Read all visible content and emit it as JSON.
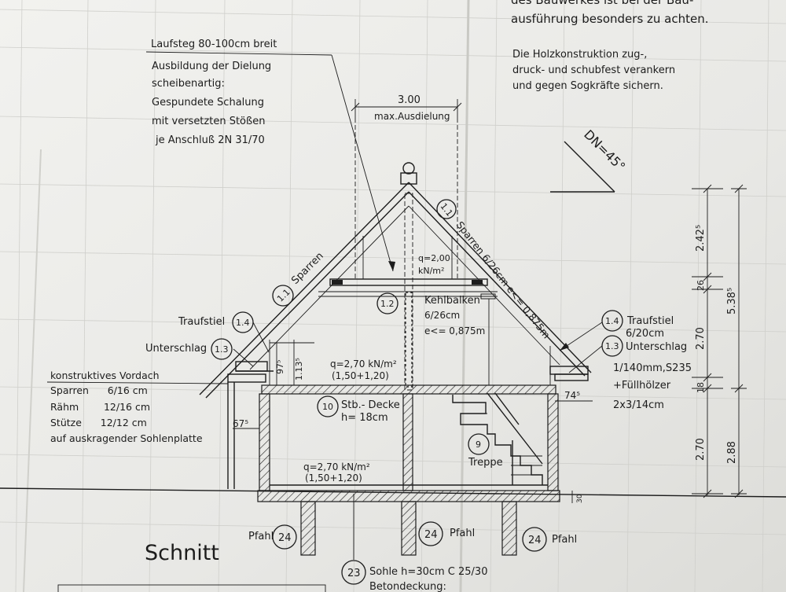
{
  "header_text": {
    "line1": "des Bauwerkes ist bei der Bau-",
    "line2": "ausführung besonders zu achten."
  },
  "note_holz": [
    "Die Holzkonstruktion zug-,",
    "druck- und schubfest verankern",
    "und gegen Sogkräfte sichern."
  ],
  "note_laufsteg": [
    "Laufsteg 80-100cm breit",
    "Ausbildung der Dielung",
    "scheibenartig:",
    "Gespundete Schalung",
    "mit versetzten Stößen",
    "je Anschluß 2N 31/70"
  ],
  "dim_ausdielung": {
    "value": "3.00",
    "label": "max.Ausdielung"
  },
  "roof_pitch": "DN=45°",
  "labels": {
    "sparren_left": "Sparren",
    "sparren_right": "Sparren 6/26cm e<= 0,875m",
    "load_attic": [
      "q=2,00",
      "kN/m²"
    ],
    "kehlbalken": [
      "Kehlbalken",
      "6/26cm",
      "e<= 0,875m"
    ],
    "traufstiel_left": "Traufstiel",
    "unterschlag_left": "Unterschlag",
    "traufstiel_right": [
      "Traufstiel",
      "6/20cm"
    ],
    "unterschlag_right": [
      "Unterschlag",
      "1/140mm,S235",
      "+Füllhölzer",
      "2x3/14cm"
    ],
    "load_ug": [
      "q=2,70 kN/m²",
      "(1,50+1,20)"
    ],
    "load_eg": [
      "q=2,70 kN/m²",
      "(1,50+1,20)"
    ],
    "decke": [
      "Stb.- Decke",
      "h= 18cm"
    ],
    "treppe": "Treppe",
    "pfahl": "Pfahl",
    "sohle": [
      "Sohle h=30cm C 25/30",
      "Betondeckung:"
    ],
    "title": "Schnitt"
  },
  "vordach": [
    "konstruktives Vordach",
    "Sparren      6/16 cm",
    "Rähm        12/16 cm",
    "Stütze      12/12 cm",
    "auf auskragender Sohlenplatte"
  ],
  "position_numbers": {
    "p11a": "1.1",
    "p11b": "1.1",
    "p12": "1.2",
    "p14a": "1.4",
    "p13a": "1.3",
    "p14b": "1.4",
    "p13b": "1.3",
    "p10": "10",
    "p9": "9",
    "p24a": "24",
    "p24b": "24",
    "p24c": "24",
    "p23": "23"
  },
  "dimensions": {
    "d97": "97⁵",
    "d113": "1.13⁵",
    "d67": "67⁵",
    "d74": "74⁵",
    "d30": "30",
    "r1": "2.42⁵",
    "r2": "26",
    "r3": "2.70",
    "r4": "18",
    "r5": "2.70",
    "t1": "5.38⁵",
    "t2": "2.88"
  }
}
